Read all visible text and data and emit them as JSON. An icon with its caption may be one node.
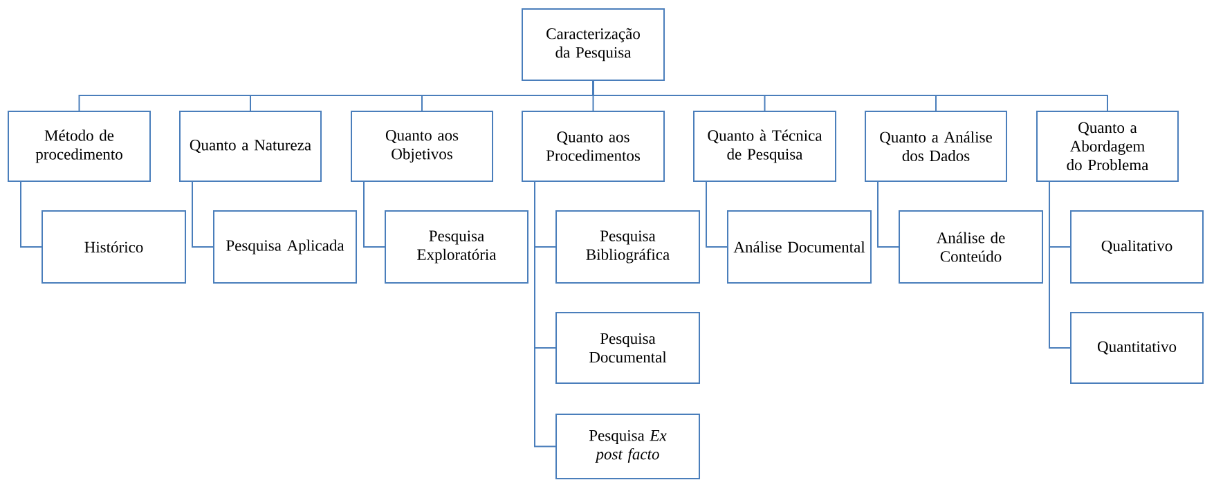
{
  "diagram": {
    "nodes": [
      {
        "text": [
          "Caracterização da Pesquisa"
        ]
      },
      {
        "text": [
          "Método de procedimento"
        ]
      },
      {
        "text": [
          "Quanto a Natureza"
        ]
      },
      {
        "text": [
          "Quanto aos Objetivos"
        ]
      },
      {
        "text": [
          "Quanto aos Procedimentos"
        ]
      },
      {
        "text": [
          "Quanto à Técnica de Pesquisa"
        ]
      },
      {
        "text": [
          "Quanto a Análise dos Dados"
        ]
      },
      {
        "text": [
          "Quanto a Abordagem do Problema"
        ]
      },
      {
        "text": [
          "Histórico"
        ]
      },
      {
        "text": [
          "Pesquisa Aplicada"
        ]
      },
      {
        "text": [
          "Pesquisa Exploratória"
        ]
      },
      {
        "text": [
          "Pesquisa Bibliográfica"
        ]
      },
      {
        "text": [
          "Análise Documental"
        ]
      },
      {
        "text": [
          "Análise de Conteúdo"
        ]
      },
      {
        "text": [
          "Qualitativo"
        ]
      },
      {
        "text": [
          "Pesquisa Documental"
        ]
      },
      {
        "text": [
          "Quantitativo"
        ]
      },
      {
        "text": [
          "Pesquisa *Ex post facto*"
        ]
      }
    ],
    "edges": [
      {
        "from": 0,
        "to": 1,
        "arrow": "none"
      },
      {
        "from": 0,
        "to": 2,
        "arrow": "none"
      },
      {
        "from": 0,
        "to": 3,
        "arrow": "none"
      },
      {
        "from": 0,
        "to": 4,
        "arrow": "none"
      },
      {
        "from": 0,
        "to": 5,
        "arrow": "none"
      },
      {
        "from": 0,
        "to": 6,
        "arrow": "none"
      },
      {
        "from": 0,
        "to": 7,
        "arrow": "none"
      },
      {
        "from": 1,
        "to": 8,
        "arrow": "none"
      },
      {
        "from": 2,
        "to": 9,
        "arrow": "none"
      },
      {
        "from": 3,
        "to": 10,
        "arrow": "none"
      },
      {
        "from": 4,
        "to": 11,
        "arrow": "none"
      },
      {
        "from": 5,
        "to": 12,
        "arrow": "none"
      },
      {
        "from": 6,
        "to": 13,
        "arrow": "none"
      },
      {
        "from": 7,
        "to": 14,
        "arrow": "none"
      },
      {
        "from": 4,
        "to": 15,
        "arrow": "none"
      },
      {
        "from": 7,
        "to": 16,
        "arrow": "none"
      },
      {
        "from": 4,
        "to": 17,
        "arrow": "none"
      }
    ]
  }
}
